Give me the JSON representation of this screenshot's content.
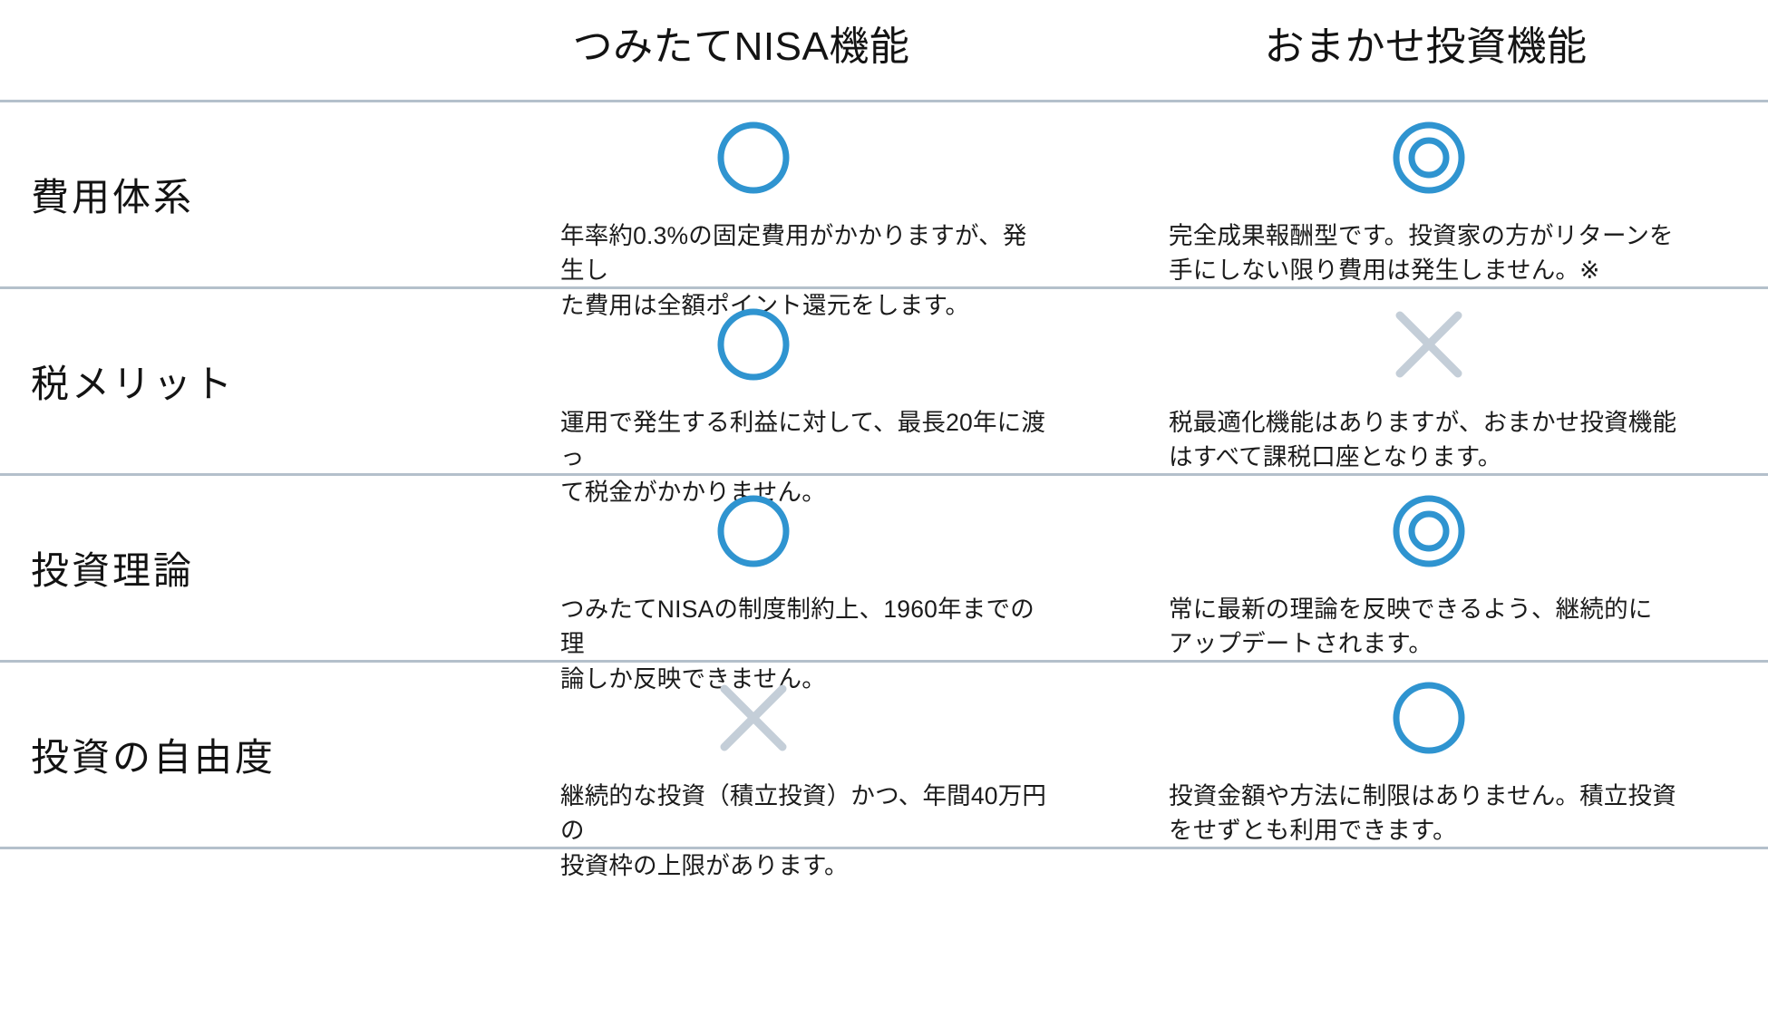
{
  "table": {
    "row_label_header": "",
    "columns": [
      {
        "id": "tsumitate-nisa",
        "label": "つみたてNISA機能"
      },
      {
        "id": "omakase-toushi",
        "label": "おまかせ投資機能"
      }
    ],
    "rows": [
      {
        "label": "費用体系",
        "cells": [
          {
            "mark": "circle-icon",
            "mark_meaning": "○",
            "text": "年率約0.3%の固定費用がかかりますが、発生し\nた費用は全額ポイント還元をします。"
          },
          {
            "mark": "double-circle-icon",
            "mark_meaning": "◎",
            "text": "完全成果報酬型です。投資家の方がリターンを\n手にしない限り費用は発生しません。※"
          }
        ]
      },
      {
        "label": "税メリット",
        "cells": [
          {
            "mark": "circle-icon",
            "mark_meaning": "○",
            "text": "運用で発生する利益に対して、最長20年に渡っ\nて税金がかかりません。"
          },
          {
            "mark": "cross-icon",
            "mark_meaning": "×",
            "text": "税最適化機能はありますが、おまかせ投資機能\nはすべて課税口座となります。"
          }
        ]
      },
      {
        "label": "投資理論",
        "cells": [
          {
            "mark": "circle-icon",
            "mark_meaning": "○",
            "text": "つみたてNISAの制度制約上、1960年までの理\n論しか反映できません。"
          },
          {
            "mark": "double-circle-icon",
            "mark_meaning": "◎",
            "text": "常に最新の理論を反映できるよう、継続的に\nアップデートされます。"
          }
        ]
      },
      {
        "label": "投資の自由度",
        "cells": [
          {
            "mark": "cross-icon",
            "mark_meaning": "×",
            "text": "継続的な投資（積立投資）かつ、年間40万円の\n投資枠の上限があります。"
          },
          {
            "mark": "circle-icon",
            "mark_meaning": "○",
            "text": "投資金額や方法に制限はありません。積立投資\nをせずとも利用できます。"
          }
        ]
      }
    ]
  },
  "colors": {
    "mark_positive": "#2f94d0",
    "mark_negative": "#c4ced8",
    "divider": "#b4c0cb",
    "text": "#1b1b1b",
    "background": "#ffffff"
  }
}
